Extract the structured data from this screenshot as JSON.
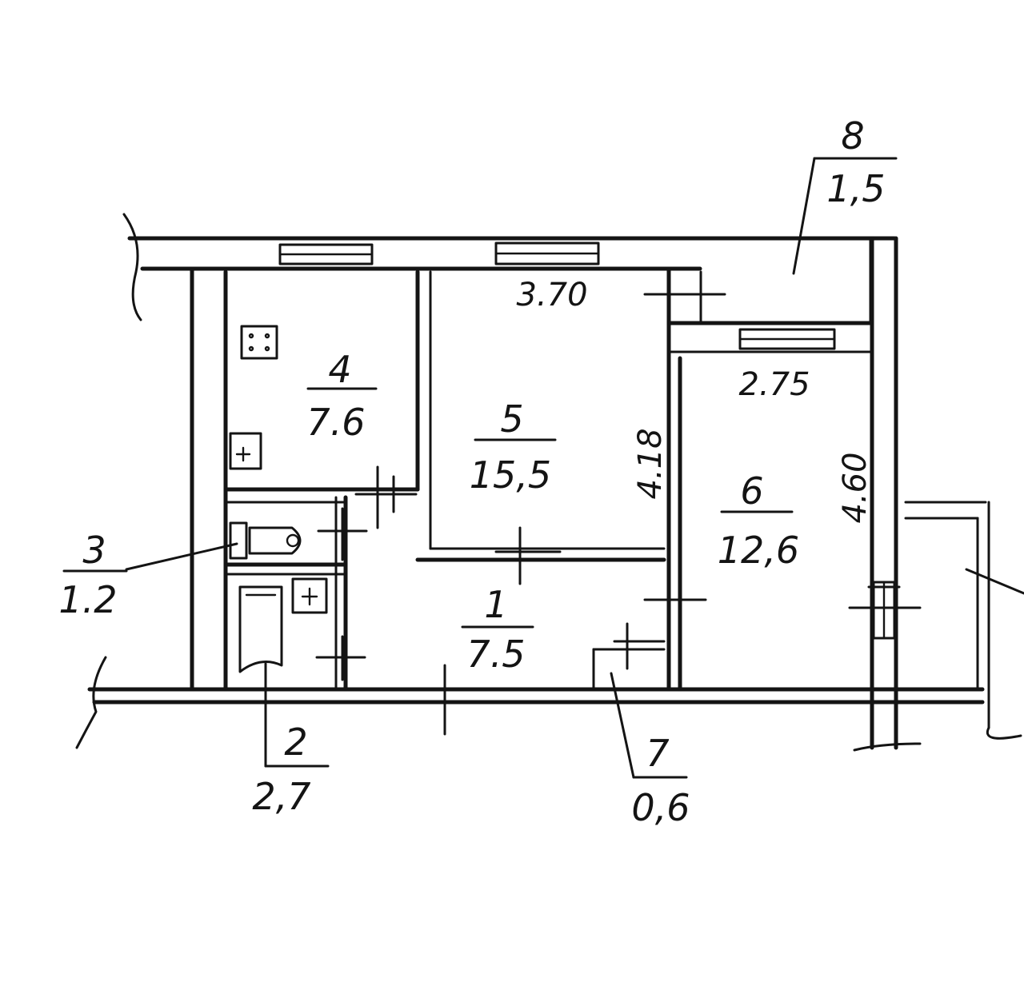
{
  "rooms": [
    {
      "number": "1",
      "area": "7.5"
    },
    {
      "number": "2",
      "area": "2,7"
    },
    {
      "number": "3",
      "area": "1.2"
    },
    {
      "number": "4",
      "area": "7.6"
    },
    {
      "number": "5",
      "area": "15,5"
    },
    {
      "number": "6",
      "area": "12,6"
    },
    {
      "number": "7",
      "area": "0,6"
    },
    {
      "number": "8",
      "area": "1,5"
    }
  ],
  "dimensions": {
    "room5_width": "3.70",
    "room5_length": "4.18",
    "room6_width": "2.75",
    "room6_length": "4.60"
  },
  "colors": {
    "ink": "#141414",
    "paper": "#ffffff"
  }
}
